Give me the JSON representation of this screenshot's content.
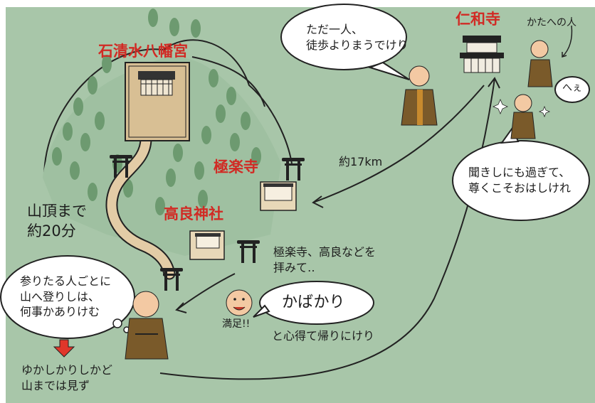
{
  "places": {
    "iwashimizu": "石清水八幡宮",
    "gokurakuji": "極楽寺",
    "kora": "高良神社",
    "ninnaji": "仁和寺"
  },
  "distance": "約17km",
  "summit_note": {
    "line1": "山頂まで",
    "line2": "約20分"
  },
  "speech": {
    "alone": {
      "line1": "ただ一人、",
      "line2": "徒歩よりまうでけり"
    },
    "heard": {
      "line1": "聞きしにも過ぎて、",
      "line2": "尊くこそおはしけれ"
    },
    "climb": {
      "line1": "参りたる人ごとに",
      "line2": "山へ登りしは、",
      "line3": "何事かありけむ"
    },
    "kabakari": "かばかり"
  },
  "people_label": "かたへの人",
  "hee": "へぇ",
  "worship": {
    "line1": "極楽寺、高良などを",
    "line2": "拝みて‥"
  },
  "manzoku": "満足!!",
  "returned": "と心得て帰りにけり",
  "hope": {
    "line1": "ゆかしかりしかど",
    "line2": "山までは見ず"
  },
  "colors": {
    "background": "#a8c6a9",
    "accent_red": "#d12a24",
    "robe": "#7a5a2a",
    "path": "#e3cca6"
  }
}
